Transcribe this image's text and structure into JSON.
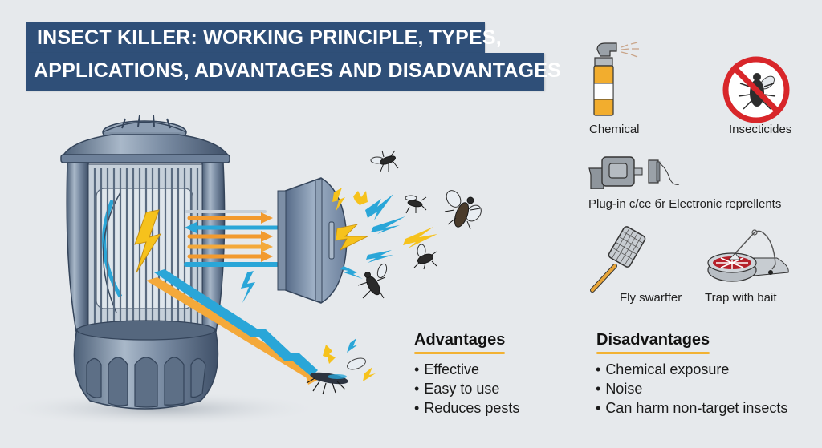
{
  "title": {
    "line1": "INSECT KILLER: WORKING PRINCIPLE, TYPES,",
    "line2": "APPLICATIONS, ADVANTAGES AND DISADVANTAGES",
    "background_color": "#2f4f78",
    "text_color": "#ffffff"
  },
  "illustration": {
    "device": "insect-killer-lamp",
    "emitter": "electronic-emitter-dome",
    "accent_colors": {
      "orange_arrow": "#f29a2e",
      "blue_arrow": "#2aa6d8",
      "spark_yellow": "#f6c21c",
      "metal": "#7a8ea8"
    }
  },
  "types": [
    {
      "label": "Chemical",
      "icon": "spray-can-icon"
    },
    {
      "label": "Insecticides",
      "icon": "no-insects-icon"
    },
    {
      "label": "Plug-in c/ce бr Electronic reprellents",
      "icon": "plug-in-device-icon"
    },
    {
      "label": "Fly swarffer",
      "icon": "fly-swatter-icon"
    },
    {
      "label": "Trap with bait",
      "icon": "bait-trap-icon"
    }
  ],
  "advantages": {
    "heading": "Advantages",
    "items": [
      "Effective",
      "Easy to use",
      "Reduces pests"
    ]
  },
  "disadvantages": {
    "heading": "Disadvantages",
    "items": [
      "Chemical exposure",
      "Noise",
      "Can harm non-target insects"
    ]
  },
  "underline_color": "#f2b233"
}
